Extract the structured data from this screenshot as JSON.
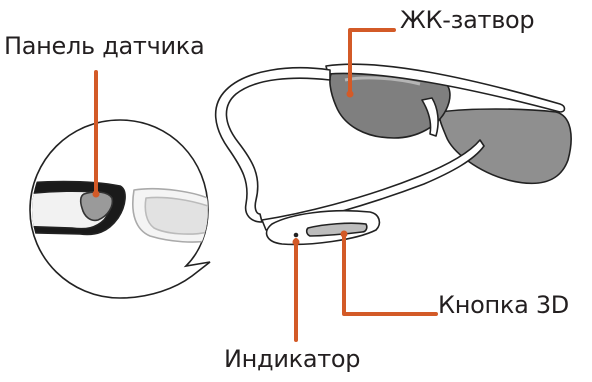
{
  "labels": {
    "lcd_shutter": "ЖК-затвор",
    "sensor_panel": "Панель датчика",
    "button_3d": "Кнопка 3D",
    "indicator": "Индикатор"
  },
  "colors": {
    "callout": "#d35a27",
    "outline": "#222222",
    "lens": "#8a8a8a",
    "frame_fill": "#ffffff"
  }
}
